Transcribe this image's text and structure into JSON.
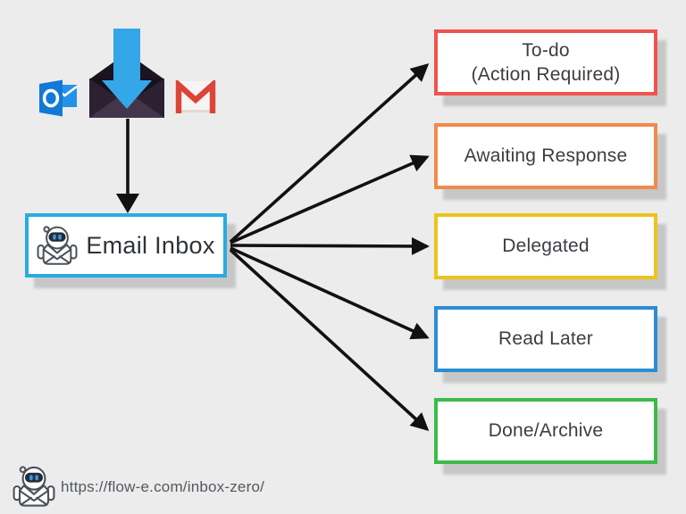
{
  "page": {
    "background_color": "#ececec",
    "arrow_color": "#111111",
    "shadow_color": "#c7c7c7"
  },
  "icons": {
    "outlook": "outlook-logo",
    "envelope_inbox": "envelope-with-incoming-arrow",
    "gmail": "gmail-logo",
    "robot": "flow-e-robot-mascot"
  },
  "inbox": {
    "label": "Email Inbox",
    "border_color": "#29abe2"
  },
  "categories": [
    {
      "label": "To-do",
      "sublabel": "(Action Required)",
      "border_color": "#f0544f"
    },
    {
      "label": "Awaiting Response",
      "border_color": "#f28a4b"
    },
    {
      "label": "Delegated",
      "border_color": "#eec31d"
    },
    {
      "label": "Read Later",
      "border_color": "#2b8ed4"
    },
    {
      "label": "Done/Archive",
      "border_color": "#3eba4b"
    }
  ],
  "footer": {
    "url": "https://flow-e.com/inbox-zero/"
  }
}
